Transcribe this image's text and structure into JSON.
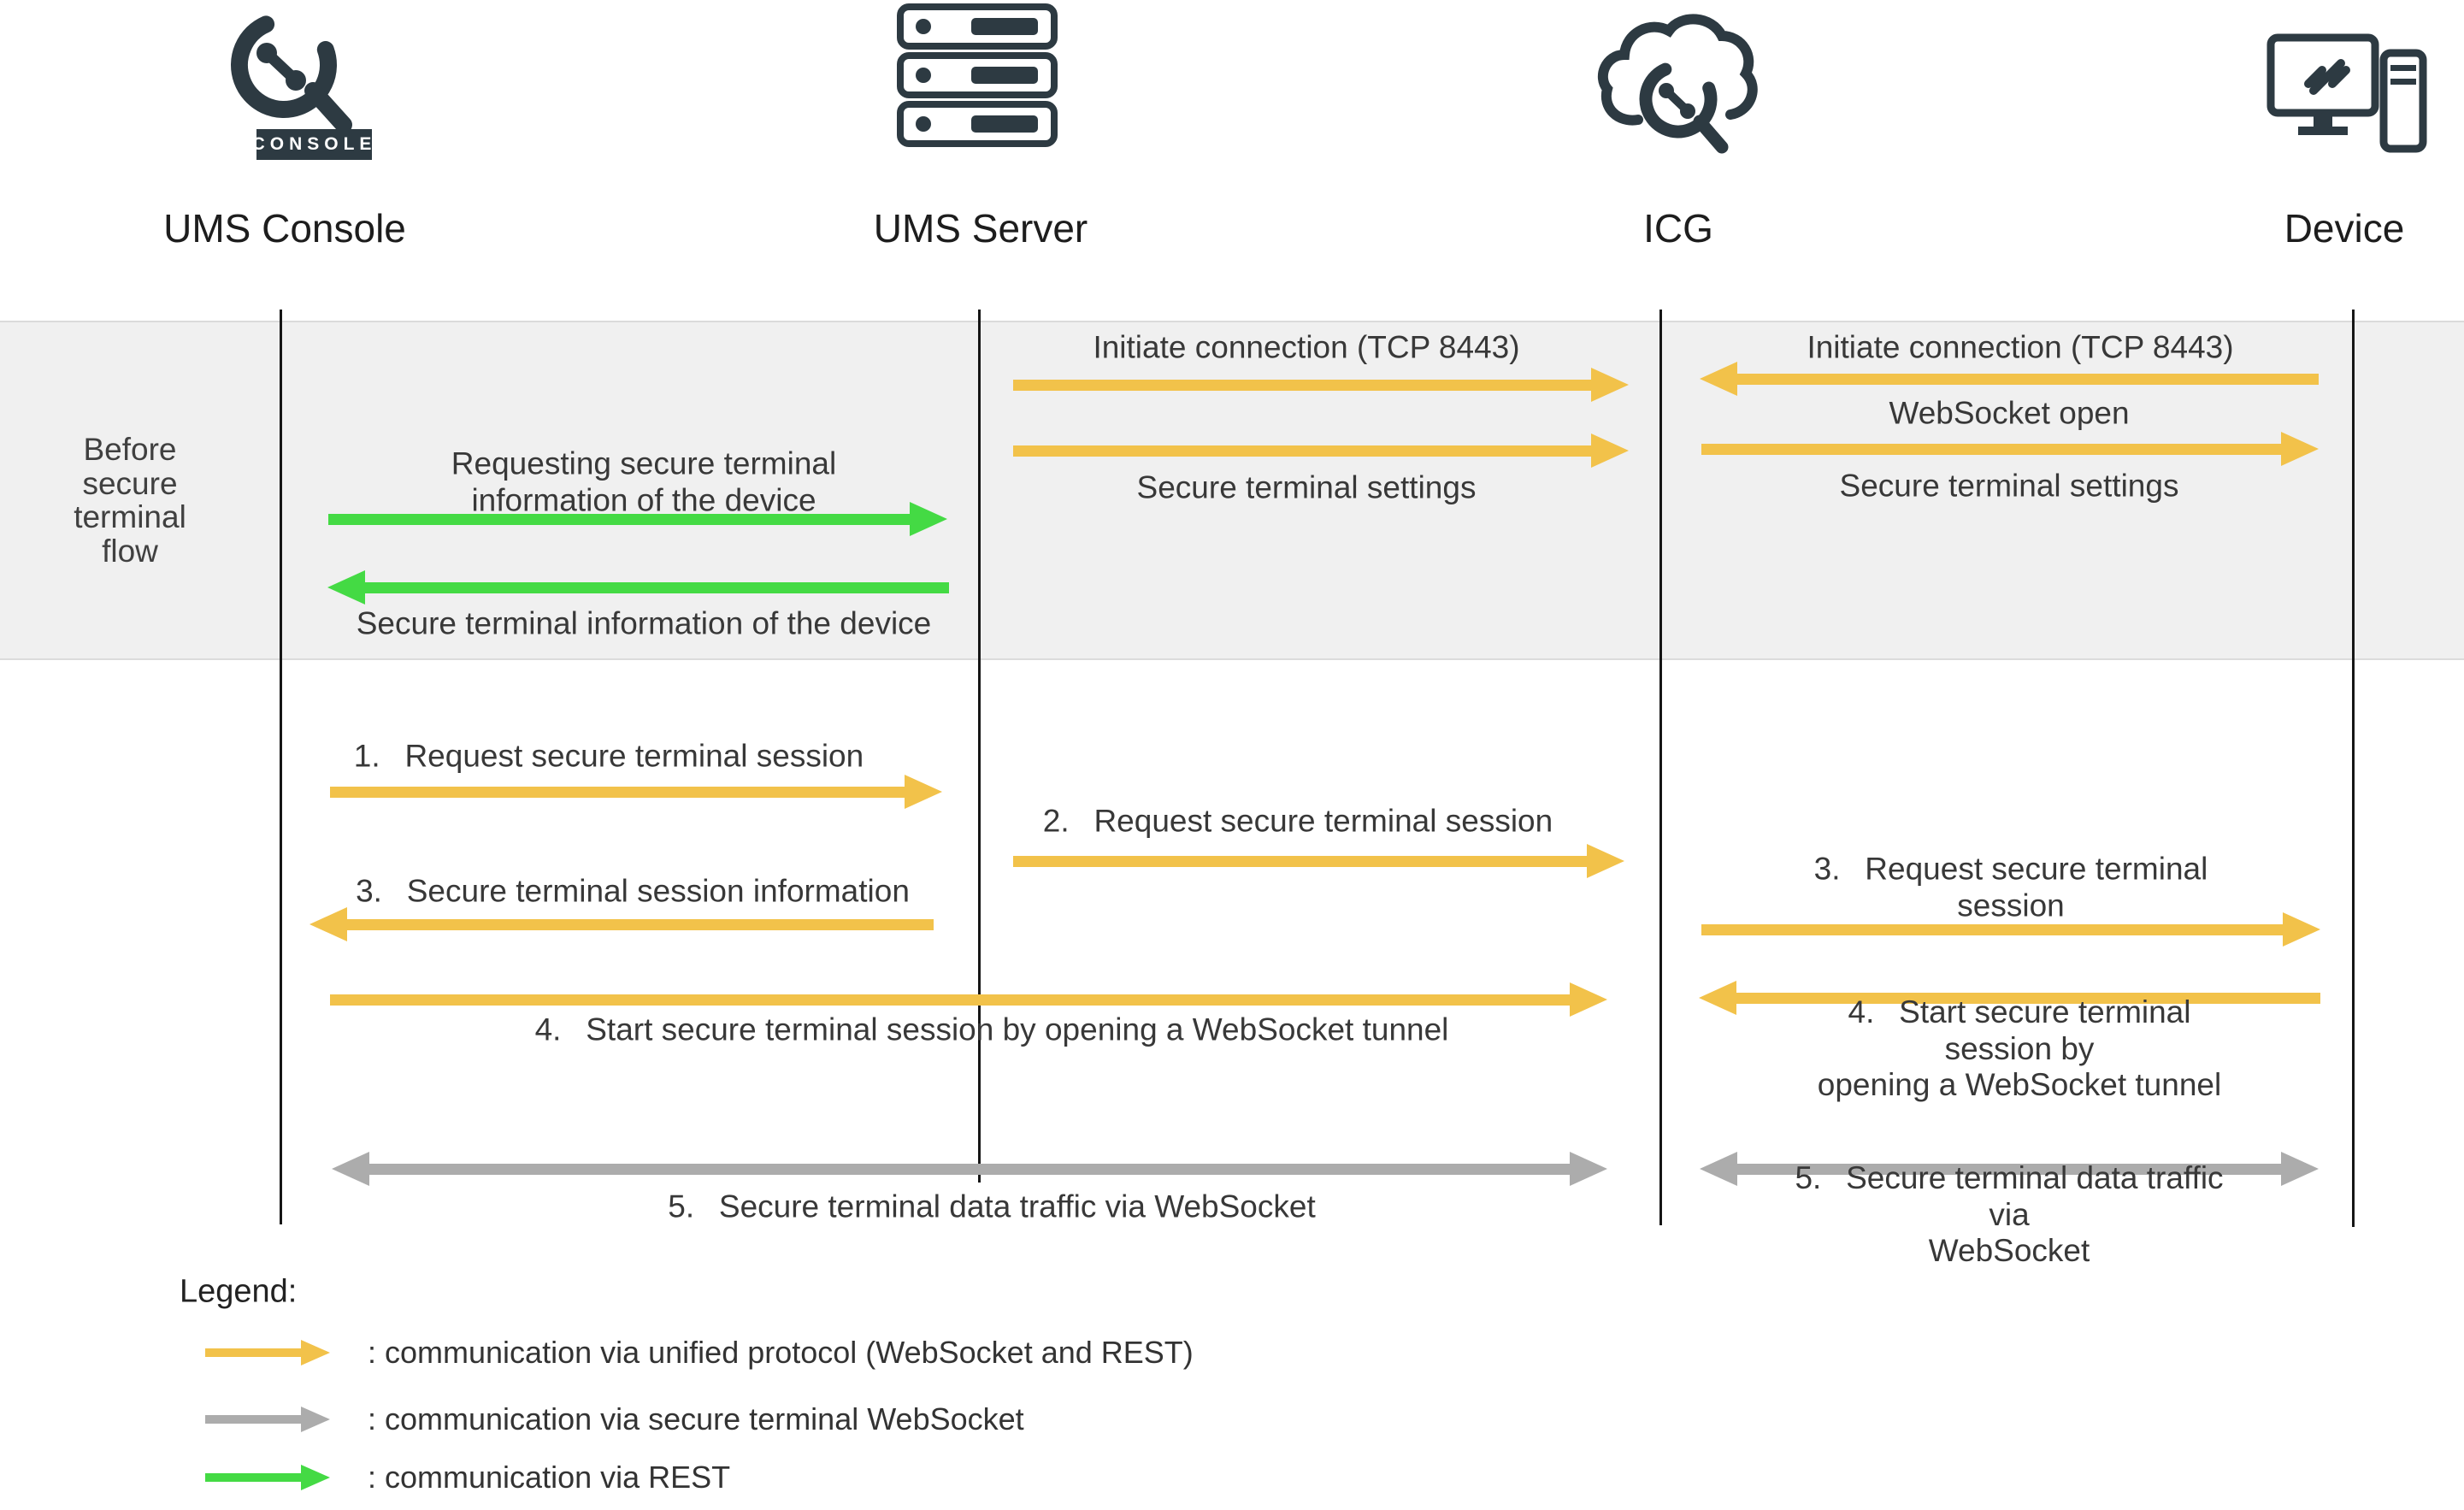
{
  "actors": [
    {
      "label": "UMS Console"
    },
    {
      "label": "UMS Server"
    },
    {
      "label": "ICG"
    },
    {
      "label": "Device"
    }
  ],
  "console_badge": "CONSOLE",
  "phase_label": "Before secure terminal flow",
  "colors": {
    "unified_yellow": "#F2C24A",
    "secure_terminal_gray": "#ACACAC",
    "rest_green": "#44DA44",
    "icon_dark": "#2D3A42",
    "band_background": "#F0F0F0"
  },
  "band_messages": {
    "mid_initiate": "Initiate connection (TCP 8443)",
    "mid_settings": "Secure terminal settings",
    "right_initiate": "Initiate connection (TCP 8443)",
    "right_ws_open": "WebSocket open",
    "right_settings": "Secure terminal settings",
    "left_request": "Requesting secure terminal\ninformation of the device",
    "left_response": "Secure terminal information of the device"
  },
  "steps": {
    "s1": "1.  Request secure terminal session",
    "s2": "2.  Request secure terminal session",
    "s3_left": "3.  Secure terminal session information",
    "s3_right": "3.  Request secure terminal session",
    "s4": "4.  Start secure terminal session by opening a WebSocket tunnel",
    "s4_right": "4.  Start secure terminal session by\nopening a WebSocket tunnel",
    "s5": "5.  Secure terminal data traffic via WebSocket",
    "s5_right": "5.  Secure terminal data traffic via\nWebSocket"
  },
  "legend": {
    "title": "Legend:",
    "unified": ": communication via unified protocol (WebSocket and REST)",
    "secure_ws": ": communication via secure terminal WebSocket",
    "rest": ": communication via REST"
  }
}
